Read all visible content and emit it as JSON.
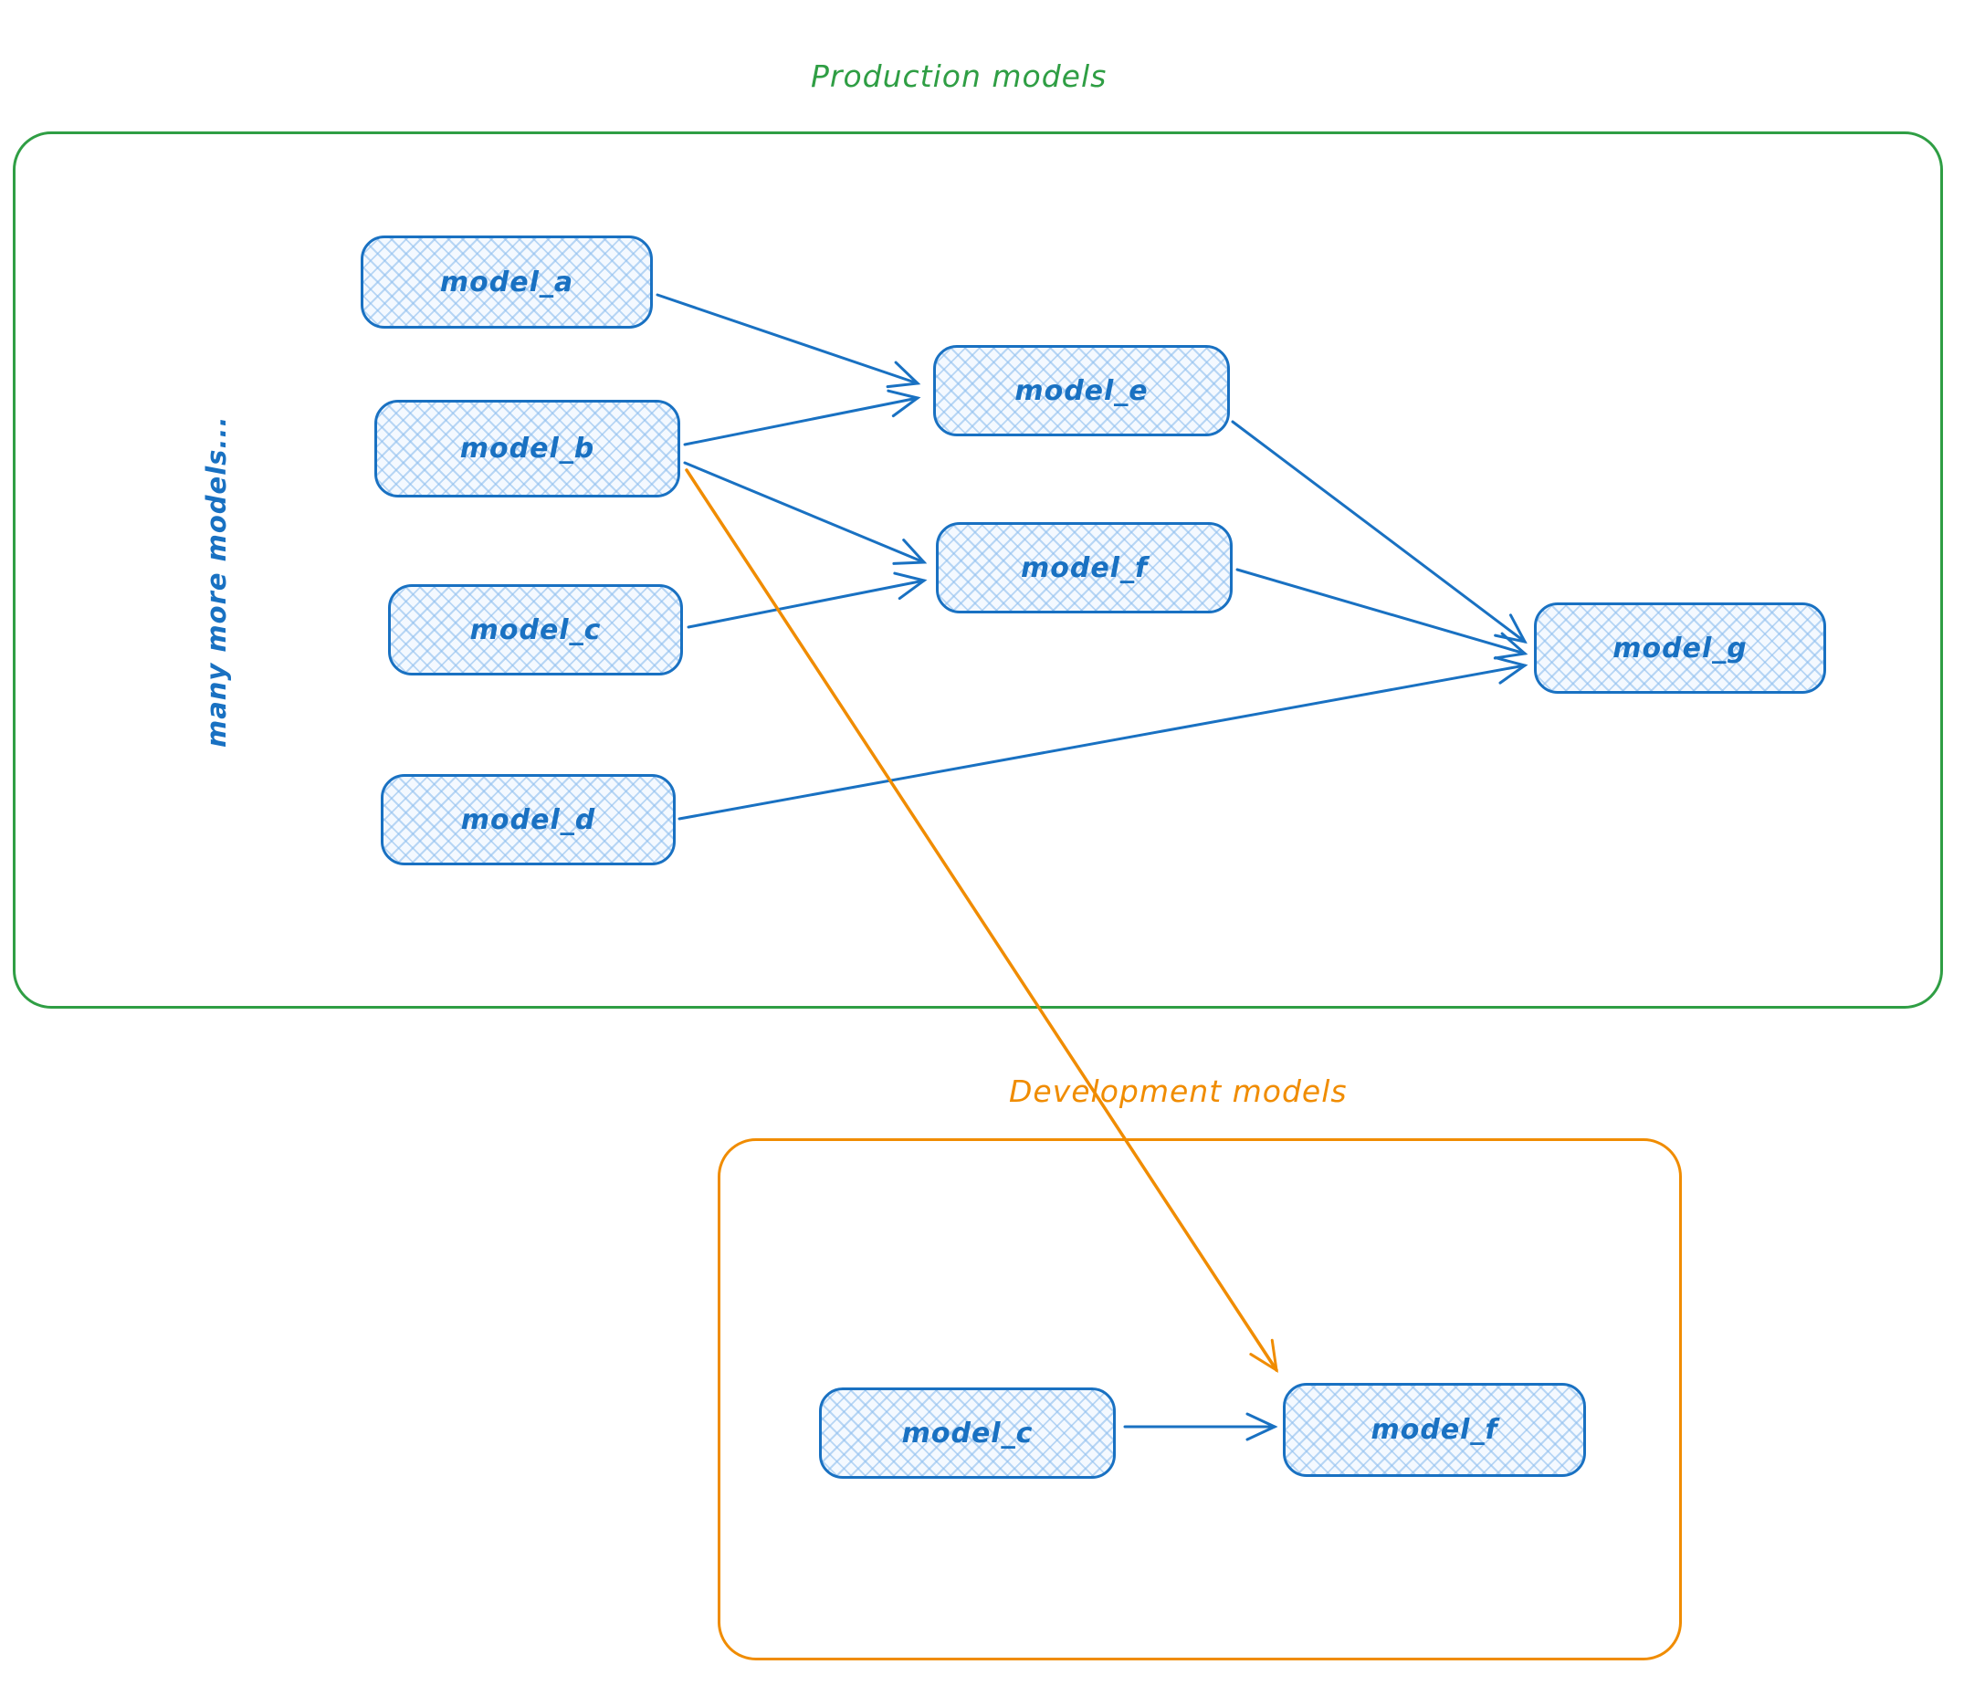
{
  "diagram": {
    "production": {
      "title": "Production models",
      "side_label": "many more models..."
    },
    "development": {
      "title": "Development models"
    },
    "nodes": {
      "model_a": {
        "label": "model_a"
      },
      "model_b": {
        "label": "model_b"
      },
      "model_c": {
        "label": "model_c"
      },
      "model_d": {
        "label": "model_d"
      },
      "model_e": {
        "label": "model_e"
      },
      "model_f": {
        "label": "model_f"
      },
      "model_g": {
        "label": "model_g"
      },
      "dev_model_c": {
        "label": "model_c"
      },
      "dev_model_f": {
        "label": "model_f"
      }
    },
    "edges": [
      {
        "from": "model_a",
        "to": "model_e",
        "color": "blue"
      },
      {
        "from": "model_b",
        "to": "model_e",
        "color": "blue"
      },
      {
        "from": "model_b",
        "to": "model_f",
        "color": "blue"
      },
      {
        "from": "model_c",
        "to": "model_f",
        "color": "blue"
      },
      {
        "from": "model_e",
        "to": "model_g",
        "color": "blue"
      },
      {
        "from": "model_f",
        "to": "model_g",
        "color": "blue"
      },
      {
        "from": "model_d",
        "to": "model_g",
        "color": "blue"
      },
      {
        "from": "model_b",
        "to": "dev_model_f",
        "color": "orange"
      },
      {
        "from": "dev_model_c",
        "to": "dev_model_f",
        "color": "blue"
      }
    ],
    "colors": {
      "node_stroke": "#1971c2",
      "node_fill": "#cfe4f9",
      "production_frame": "#2f9e44",
      "development_frame": "#f08c00",
      "arrow_blue": "#1971c2",
      "arrow_orange": "#f08c00"
    }
  }
}
